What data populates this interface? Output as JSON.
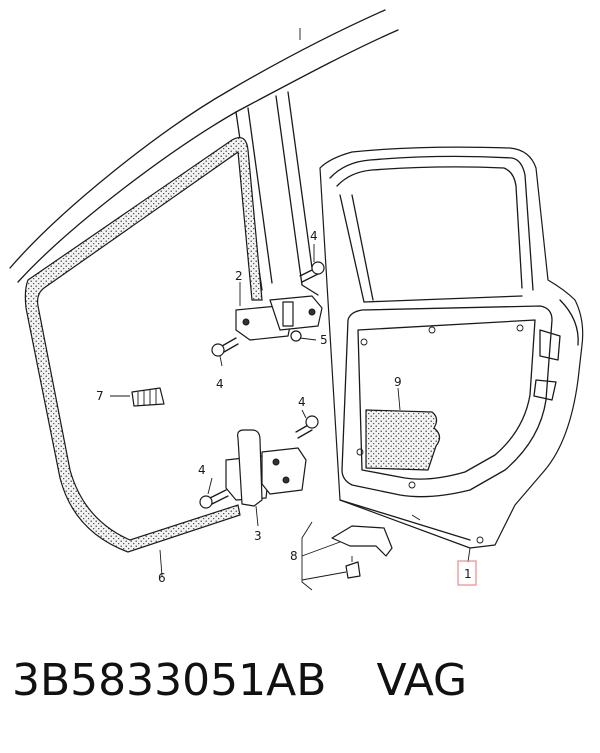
{
  "callouts": {
    "c1": "1",
    "c2": "2",
    "c3": "3",
    "c4a": "4",
    "c4b": "4",
    "c4c": "4",
    "c4d": "4",
    "c5": "5",
    "c6": "6",
    "c7": "7",
    "c8": "8",
    "c9": "9"
  },
  "footer": {
    "part_number": "3B5833051AB",
    "brand": "VAG"
  },
  "colors": {
    "highlight_box": "#f08a8a",
    "seal_fill": "#efefef"
  }
}
